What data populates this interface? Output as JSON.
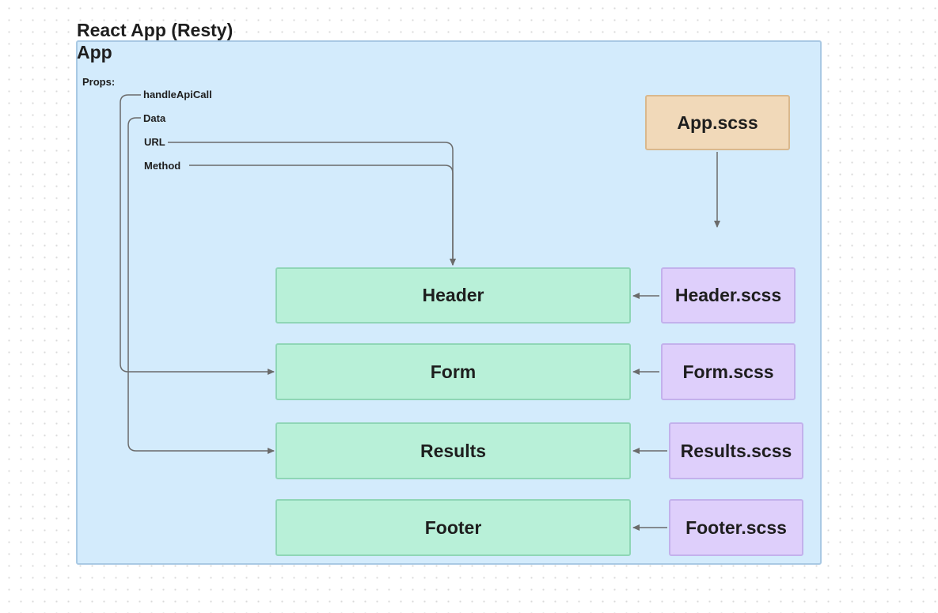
{
  "title": "React App (Resty)",
  "app": {
    "label": "App",
    "props_label": "Props:",
    "props": [
      "handleApiCall",
      "Data",
      "URL",
      "Method"
    ]
  },
  "components": [
    "Header",
    "Form",
    "Results",
    "Footer"
  ],
  "styles": {
    "app": "App.scss",
    "header": "Header.scss",
    "form": "Form.scss",
    "results": "Results.scss",
    "footer": "Footer.scss"
  },
  "colors": {
    "app_frame": "#d3ebfc",
    "component": "#b8f0d8",
    "scss": "#decffb",
    "app_scss": "#f1d9b9",
    "connector": "#6b6b6b"
  }
}
